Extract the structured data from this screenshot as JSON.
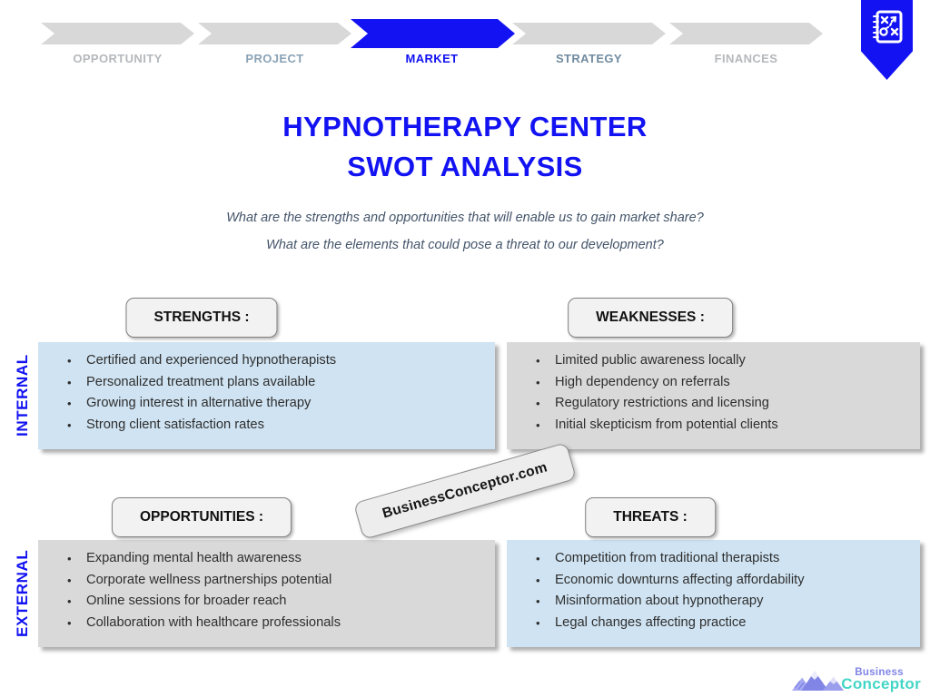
{
  "colors": {
    "accent-blue": "#1212F2",
    "chevron-gray": "#D8D8D8",
    "box-blue": "#CFE3F2",
    "box-gray": "#D9D9D9",
    "pill-bg": "#F2F2F2",
    "pill-border": "#808080",
    "subtitle": "#44546A",
    "bullet-text": "#2E2E2E",
    "step-muted": "#B5B8BC",
    "step-mid": "#8AA2B5",
    "step-mid-dark": "#708BA0",
    "logo-purple": "#8185E6",
    "logo-teal": "#43D6C6"
  },
  "process": {
    "steps": [
      {
        "label": "OPPORTUNITY",
        "state": "upcoming"
      },
      {
        "label": "PROJECT",
        "state": "done"
      },
      {
        "label": "MARKET",
        "state": "active"
      },
      {
        "label": "STRATEGY",
        "state": "done"
      },
      {
        "label": "FINANCES",
        "state": "upcoming"
      }
    ]
  },
  "badge": {
    "icon": "strategy-board-icon"
  },
  "title": {
    "line1": "HYPNOTHERAPY CENTER",
    "line2": "SWOT ANALYSIS"
  },
  "subtitle": {
    "line1": "What are the strengths and opportunities that will enable us to gain market share?",
    "line2": "What are the elements that could pose a threat to our development?"
  },
  "axis": {
    "internal": "INTERNAL",
    "external": "EXTERNAL"
  },
  "swot": {
    "strengths": {
      "header": "STRENGTHS :",
      "items": [
        "Certified and experienced hypnotherapists",
        "Personalized treatment plans available",
        "Growing interest in alternative therapy",
        "Strong client satisfaction rates"
      ]
    },
    "weaknesses": {
      "header": "WEAKNESSES :",
      "items": [
        "Limited public awareness locally",
        "High dependency on referrals",
        "Regulatory restrictions and licensing",
        "Initial skepticism from potential clients"
      ]
    },
    "opportunities": {
      "header": "OPPORTUNITIES :",
      "items": [
        "Expanding mental health awareness",
        "Corporate wellness partnerships potential",
        "Online sessions for broader reach",
        "Collaboration with healthcare professionals"
      ]
    },
    "threats": {
      "header": "THREATS :",
      "items": [
        "Competition from traditional therapists",
        "Economic downturns affecting affordability",
        "Misinformation about hypnotherapy",
        "Legal changes affecting practice"
      ]
    }
  },
  "watermark": {
    "text": "BusinessConceptor.com"
  },
  "logo": {
    "line1": "Business",
    "line2": "Conceptor"
  }
}
